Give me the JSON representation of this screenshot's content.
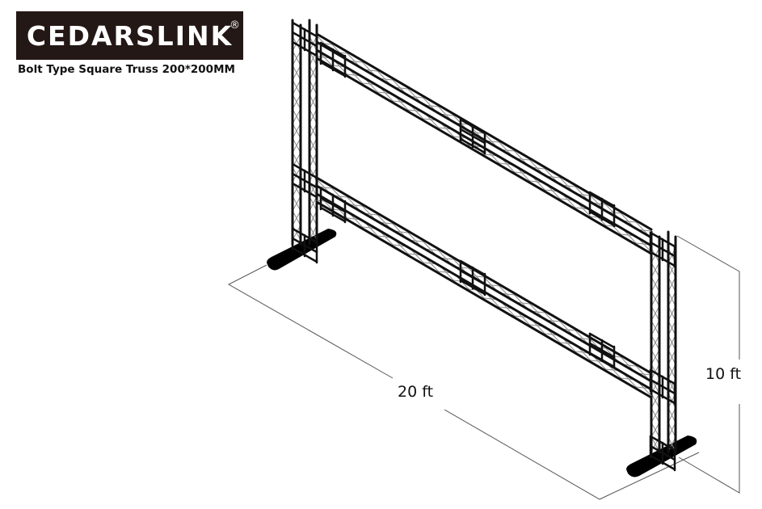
{
  "brand": {
    "name": "CEDARSLINK",
    "registered_mark": "®",
    "logo_bg_color": "#231815",
    "logo_text_color": "#ffffff"
  },
  "product": {
    "title": "Bolt Type Square Truss 200*200MM"
  },
  "diagram": {
    "subject": "goalpost truss frame with upper and lower horizontal beams, two vertical legs on base plates",
    "dimensions": {
      "width_label": "20 ft",
      "height_label": "10 ft"
    },
    "colors": {
      "truss_chord": "#111111",
      "truss_lacing": "#8a8a8a",
      "base_plate": "#000000",
      "dimension_line": "#555555"
    }
  }
}
